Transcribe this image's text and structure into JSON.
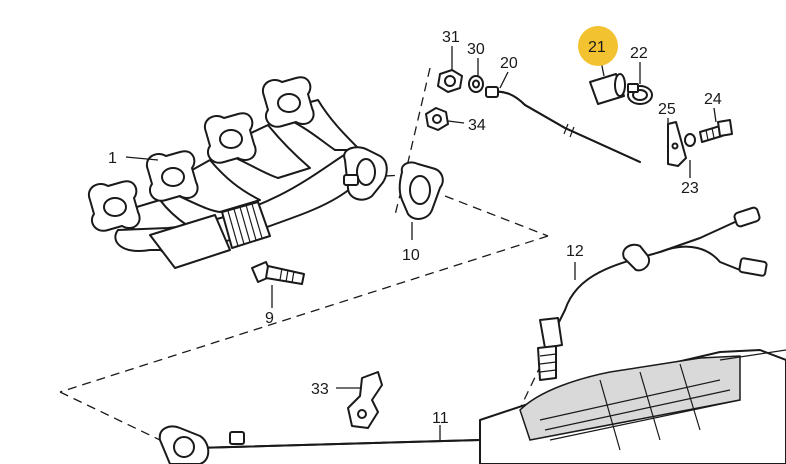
{
  "colors": {
    "highlight": "#f2c230",
    "line": "#1a1a1a"
  },
  "callouts": {
    "c1": "1",
    "c9": "9",
    "c10": "10",
    "c11": "11",
    "c12": "12",
    "c20": "20",
    "c21": "21",
    "c22": "22",
    "c23": "23",
    "c24": "24",
    "c25": "25",
    "c30": "30",
    "c31": "31",
    "c33": "33",
    "c34": "34"
  },
  "highlighted_callout": "21"
}
